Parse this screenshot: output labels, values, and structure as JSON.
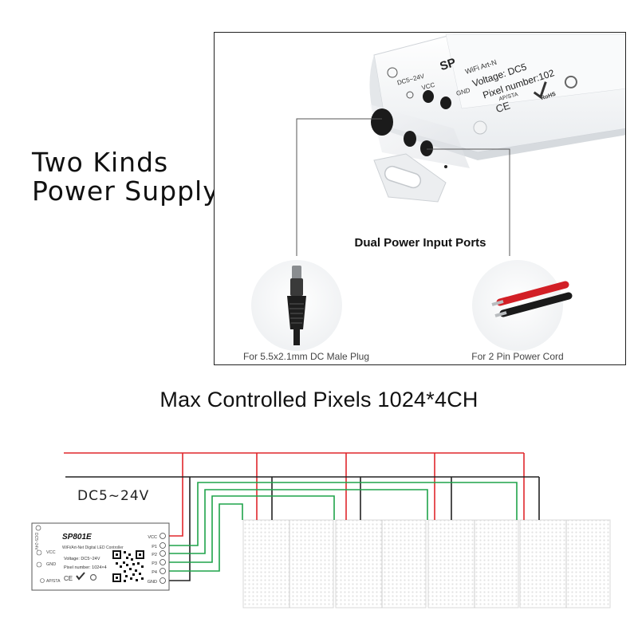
{
  "headline": "Two Kinds\nPower Supply",
  "photo": {
    "ports_label": "Dual Power Input Ports",
    "dc_plug_caption": "For 5.5x2.1mm DC Male Plug",
    "cord_caption": "For 2 Pin Power Cord",
    "device_text": {
      "brand": "SP",
      "line1": "WiFi Art-N",
      "voltage": "Voltage: DC5",
      "pixel": "Pixel number:102",
      "dc_mark": "DC5~24V",
      "vcc": "VCC",
      "gnd": "GND",
      "apsta": "AP/STA",
      "ce": "CE",
      "rohs": "RoHS"
    }
  },
  "section2_title": "Max Controlled Pixels 1024*4CH",
  "diagram": {
    "dc_label": "DC5~24V",
    "controller": {
      "model": "SP801E",
      "subtitle": "WiFi/Art-Net Digital LED Controller",
      "voltage": "Voltage: DC5~24V",
      "pixel": "Pixel number: 1024×4",
      "dc_mark": "DC5~24V",
      "vcc_left": "VCC",
      "gnd_left": "GND",
      "apsta": "AP/STA",
      "ce": "CE",
      "pins": [
        "VCC",
        "P1",
        "P2",
        "P3",
        "P4",
        "GND"
      ]
    },
    "colors": {
      "vcc": "#e0262b",
      "gnd": "#222222",
      "data": "#1fa34a"
    }
  }
}
